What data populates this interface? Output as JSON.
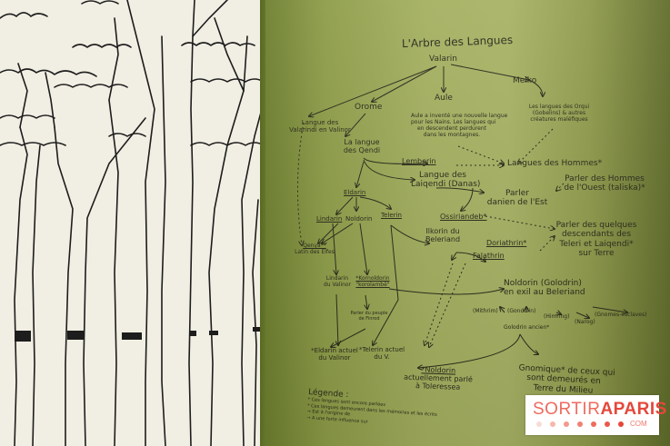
{
  "illustration": {
    "description": "Black ink line drawing of a forest of tall tree trunks with leafy canopies on cream paper"
  },
  "diagram": {
    "title": "L'Arbre des Langues",
    "nodes": {
      "valarin": "Valarin",
      "orome": "Orome",
      "aule": "Aule",
      "melko": "Melko",
      "valarindi_1": "Langue des",
      "valarindi_2": "Valarindi en Valinor",
      "aule_note_1": "Aule a inventé une nouvelle langue",
      "aule_note_2": "pour les Nains. Les langues qui",
      "aule_note_3": "en descendent perdurent",
      "aule_note_4": "dans les montagnes.",
      "orqui_1": "Les langues des Orqui",
      "orqui_2": "(Gobelins) & autres",
      "orqui_3": "créatures maléfiques",
      "qendi_1": "La langue",
      "qendi_2": "des Qendi",
      "lemberin": "Lemberin",
      "hommes": "Langues des Hommes*",
      "laiqendi_1": "Langue des",
      "laiqendi_2": "Laiqendi (Danas)",
      "ouest_1": "Parler des Hommes",
      "ouest_2": "de l'Ouest (taliska)*",
      "danien_1": "Parler",
      "danien_2": "danien de l'Est",
      "eldarin": "Eldarin",
      "lindarin": "Lindarin",
      "noldorin": "Noldorin",
      "telerin": "Telerin",
      "ossiriandeb": "Ossiriandeb*",
      "ilkorin_1": "Ilkorin du",
      "ilkorin_2": "Beleriand",
      "doriathrin": "Doriathrin*",
      "falathrin": "Falathrin",
      "descendants_1": "Parler des quelques",
      "descendants_2": "descendants des",
      "descendants_3": "Teleri et Laiqendi*",
      "descendants_4": "sur Terre",
      "qenya_1": "Qenya**",
      "qenya_2": "Latin des Elfes",
      "lindarin_valinor_1": "Lindarin",
      "lindarin_valinor_2": "du Valinor",
      "kornoldorin_1": "*Kornoldorin",
      "kornoldorin_2": "\"korolambë\"",
      "finrod_1": "Parler du peuple",
      "finrod_2": "de Finrod",
      "exil_1": "Noldorin (Golodrin)",
      "exil_2": "en exil au Beleriand",
      "mithrim": "(Mithrim)",
      "gondolin": "(Gondolin)",
      "himring": "(Himring)",
      "narog": "(Narog)",
      "gnomes": "(Gnomes-esclaves)",
      "golodrin_ancien": "Golodrin ancien*",
      "eldarin_actuel_1": "*Eldarin actuel",
      "eldarin_actuel_2": "du Valinor",
      "telerin_actuel_1": "*Telerin actuel",
      "telerin_actuel_2": "du V.",
      "noldorin_actuel_1": "*Noldorin",
      "noldorin_actuel_2": "actuellement parlé",
      "noldorin_actuel_3": "à Toleressea",
      "gnomique_1": "Gnomique* de ceux qui",
      "gnomique_2": "sont demeurés en",
      "gnomique_3": "Terre du Milieu"
    },
    "legend": {
      "title": "Légende :",
      "items": [
        "* Ces langues sont encore parlées",
        "* Ces langues demeurent dans les mémoires et les écrits",
        "→ Est à l'origine de",
        "⇢ A une forte influence sur"
      ]
    }
  },
  "watermark": {
    "brand_light": "SORTIR",
    "brand_bold": "APARIS",
    "suffix": "COM",
    "dot_colors": [
      "#f7dcd6",
      "#f5b8ab",
      "#f29a8c",
      "#ef8272",
      "#ec6c5d",
      "#e95a4b",
      "#e5473b"
    ]
  }
}
